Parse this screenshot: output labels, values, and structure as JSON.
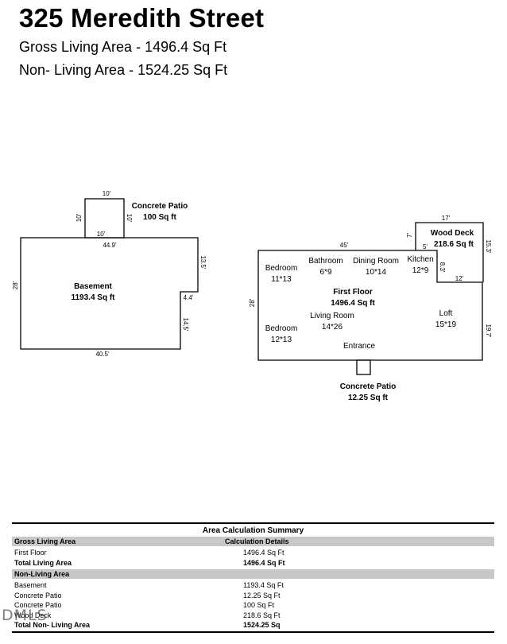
{
  "header": {
    "address": "325 Meredith Street",
    "gross_living": "Gross Living Area - 1496.4 Sq Ft",
    "non_living": "Non- Living Area - 1524.25 Sq Ft"
  },
  "plan_left": {
    "patio_title": "Concrete Patio",
    "patio_area": "100 Sq ft",
    "patio_dim_top": "10'",
    "patio_dim_left": "10'",
    "patio_dim_right": "10'",
    "patio_dim_bottom": "10'",
    "basement_title": "Basement",
    "basement_area": "1193.4 Sq ft",
    "dim_top": "44.9'",
    "dim_left": "28'",
    "dim_right_upper": "13.5'",
    "dim_step": "4.4'",
    "dim_right_lower": "14.5'",
    "dim_bottom": "40.5'"
  },
  "plan_right": {
    "deck_title": "Wood Deck",
    "deck_area": "218.6 Sq ft",
    "deck_dim_top": "17'",
    "deck_dim_right": "15.3'",
    "deck_dim_left": "7'",
    "deck_dim_5": "5'",
    "deck_dim_83": "8.3'",
    "deck_dim_bottom": "12'",
    "dim_top": "45'",
    "dim_left": "28'",
    "dim_right": "19.7'",
    "rooms": {
      "bedroom1_name": "Bedroom",
      "bedroom1_size": "11*13",
      "bathroom_name": "Bathroom",
      "bathroom_size": "6*9",
      "dining_name": "Dining Room",
      "dining_size": "10*14",
      "kitchen_name": "Kitchen",
      "kitchen_size": "12*9",
      "floor_title": "First Floor",
      "floor_area": "1496.4 Sq ft",
      "living_name": "Living Room",
      "living_size": "14*26",
      "bedroom2_name": "Bedroom",
      "bedroom2_size": "12*13",
      "loft_name": "Loft",
      "loft_size": "15*19",
      "entrance": "Entrance"
    },
    "patio_title": "Concrete Patio",
    "patio_area": "12.25 Sq ft"
  },
  "summary": {
    "title": "Area Calculation Summary",
    "gross_header": "Gross Living Area",
    "details_header": "Calculation Details",
    "gross_rows": [
      {
        "label": "First Floor",
        "value": "1496.4 Sq Ft"
      }
    ],
    "gross_total": {
      "label": "Total Living Area",
      "value": "1496.4 Sq Ft"
    },
    "non_header": "Non-Living Area",
    "non_rows": [
      {
        "label": "Basement",
        "value": "1193.4 Sq Ft"
      },
      {
        "label": "Concrete Patio",
        "value": "12.25 Sq Ft"
      },
      {
        "label": "Concrete Patio",
        "value": "100 Sq Ft"
      },
      {
        "label": "Wood Deck",
        "value": "218.6 Sq Ft"
      }
    ],
    "non_total": {
      "label": "Total Non- Living Area",
      "value": "1524.25 Sq"
    }
  },
  "watermark": "DMLS"
}
